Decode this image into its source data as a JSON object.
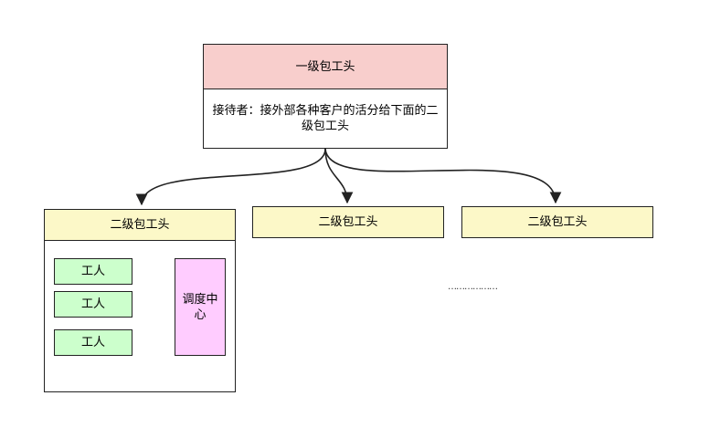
{
  "top_node": {
    "title": "一级包工头",
    "description": "接待者：接外部各种客户的活分给下面的二级包工头"
  },
  "level2_nodes": [
    {
      "label": "二级包工头"
    },
    {
      "label": "二级包工头"
    },
    {
      "label": "二级包工头"
    }
  ],
  "workers": [
    {
      "label": "工人"
    },
    {
      "label": "工人"
    },
    {
      "label": "工人"
    }
  ],
  "dispatch_center": {
    "label": "调度中心"
  },
  "ellipsis": "………………",
  "colors": {
    "top_header": "#f8cecc",
    "level2": "#fcf8c8",
    "worker": "#ccffcc",
    "dispatch": "#ffccff",
    "stroke": "#222222"
  }
}
